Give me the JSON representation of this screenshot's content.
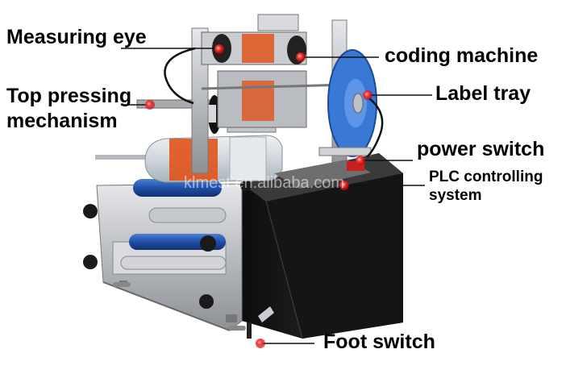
{
  "callouts": {
    "measuring_eye": "Measuring eye",
    "top_pressing_line1": "Top pressing",
    "top_pressing_line2": "mechanism",
    "coding_machine": "coding machine",
    "label_tray": "Label tray",
    "power_switch": "power switch",
    "plc_line1": "PLC controlling",
    "plc_line2": "system",
    "foot_switch": "Foot switch"
  },
  "watermark": "klmest.en.alibaba.com",
  "colors": {
    "marker": "#ff2a2a",
    "roller_blue": "#1f4fa8",
    "label_disc": "#3a78d6",
    "cabinet": "#1a1a1a",
    "bottle_label": "#e0531c"
  }
}
